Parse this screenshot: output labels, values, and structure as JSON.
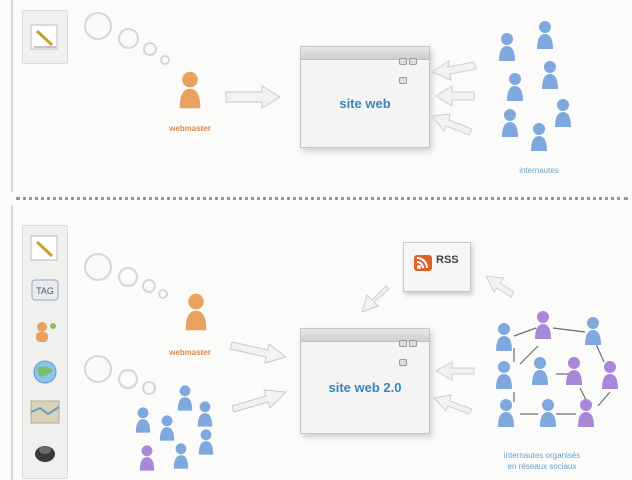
{
  "colors": {
    "webmaster": "#e9a15f",
    "internaute_blue": "#7fa8de",
    "internaute_purple": "#a888d8",
    "accent_text": "#3a86b8",
    "arrow": "#e2e2e2",
    "rss": "#e0642a"
  },
  "top": {
    "site_label": "site web",
    "webmaster_caption": "webmaster",
    "users_caption": "internautes",
    "tool_icons": [
      "pencil-note-icon"
    ]
  },
  "bottom": {
    "site_label": "site web 2.0",
    "rss_label": "RSS",
    "webmaster_caption": "webmaster",
    "users_caption_line1": "internautes organisés",
    "users_caption_line2": "en réseaux sociaux",
    "tool_icons": [
      "pencil-note-icon",
      "tag-icon",
      "people-icon",
      "chat-globe-icon",
      "map-icon",
      "photo-icon"
    ]
  }
}
